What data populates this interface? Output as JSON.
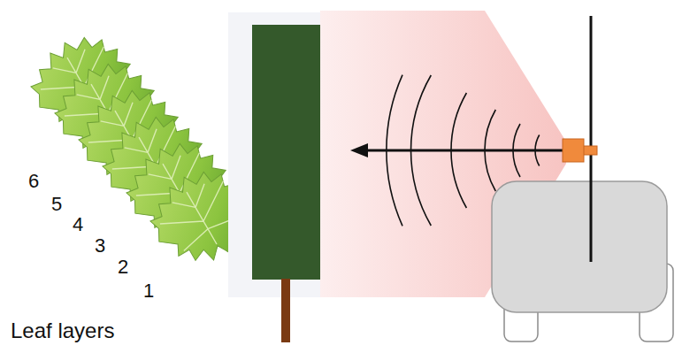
{
  "diagram": {
    "labels": [
      "6",
      "5",
      "4",
      "3",
      "2",
      "1",
      "Leaf layers"
    ]
  }
}
